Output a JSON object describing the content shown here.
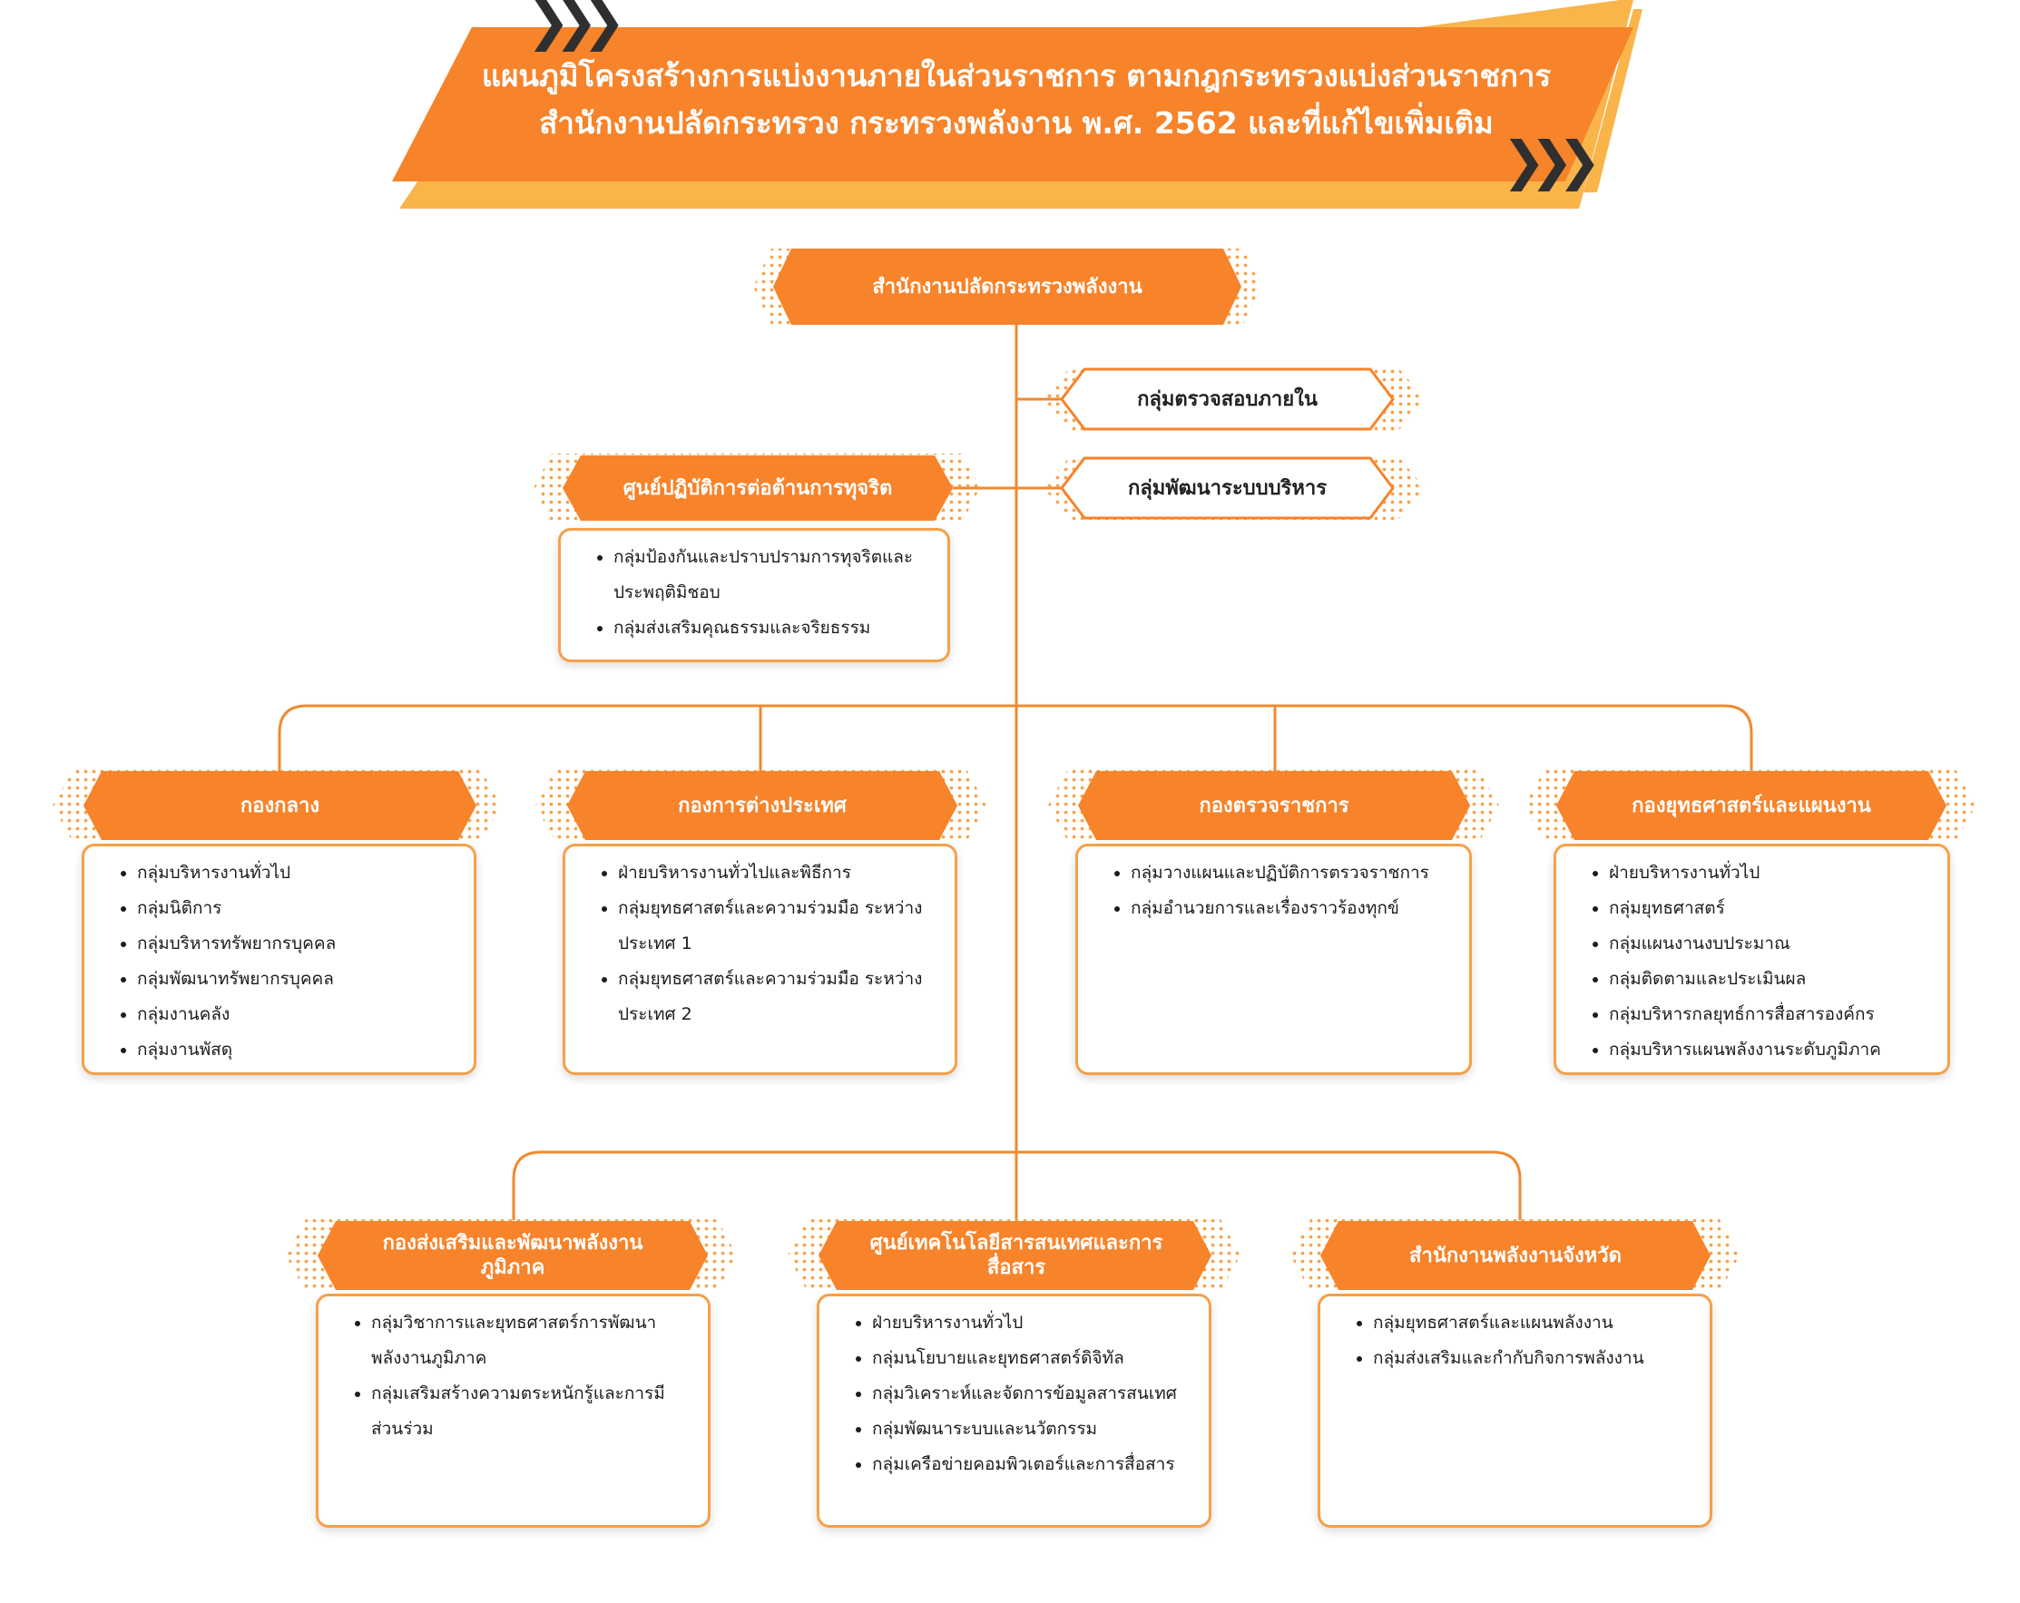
{
  "title": {
    "line1": "แผนภูมิโครงสร้างการแบ่งงานภายในส่วนราชการ ตามกฎกระทรวงแบ่งส่วนราชการ",
    "line2": "สำนักงานปลัดกระทรวง กระทรวงพลังงาน พ.ศ. 2562 และที่แก้ไขเพิ่มเติม"
  },
  "root": {
    "label": "สำนักงานปลัดกระทรวงพลังงาน"
  },
  "side_units": [
    {
      "label": "กลุ่มตรวจสอบภายใน"
    },
    {
      "label": "กลุ่มพัฒนาระบบบริหาร"
    }
  ],
  "anticorruption": {
    "label": "ศูนย์ปฏิบัติการต่อต้านการทุจริต",
    "items": [
      "กลุ่มป้องกันและปราบปรามการทุจริตและประพฤติมิชอบ",
      "กลุ่มส่งเสริมคุณธรรมและจริยธรรม"
    ]
  },
  "row1": [
    {
      "label": "กองกลาง",
      "items": [
        "กลุ่มบริหารงานทั่วไป",
        "กลุ่มนิติการ",
        "กลุ่มบริหารทรัพยากรบุคคล",
        "กลุ่มพัฒนาทรัพยากรบุคคล",
        "กลุ่มงานคลัง",
        "กลุ่มงานพัสดุ"
      ]
    },
    {
      "label": "กองการต่างประเทศ",
      "items": [
        "ฝ่ายบริหารงานทั่วไปและพิธีการ",
        "กลุ่มยุทธศาสตร์และความร่วมมือ ระหว่างประเทศ 1",
        "กลุ่มยุทธศาสตร์และความร่วมมือ ระหว่างประเทศ 2"
      ]
    },
    {
      "label": "กองตรวจราชการ",
      "items": [
        "กลุ่มวางแผนและปฏิบัติการตรวจราชการ",
        "กลุ่มอำนวยการและเรื่องราวร้องทุกข์"
      ]
    },
    {
      "label": "กองยุทธศาสตร์และแผนงาน",
      "items": [
        "ฝ่ายบริหารงานทั่วไป",
        "กลุ่มยุทธศาสตร์",
        "กลุ่มแผนงานงบประมาณ",
        "กลุ่มติดตามและประเมินผล",
        "กลุ่มบริหารกลยุทธ์การสื่อสารองค์กร",
        "กลุ่มบริหารแผนพลังงานระดับภูมิภาค"
      ]
    }
  ],
  "row2": [
    {
      "label": "กองส่งเสริมและพัฒนาพลังงานภูมิภาค",
      "items": [
        "กลุ่มวิชาการและยุทธศาสตร์การพัฒนาพลังงานภูมิภาค",
        "กลุ่มเสริมสร้างความตระหนักรู้และการมีส่วนร่วม"
      ]
    },
    {
      "label": "ศูนย์เทคโนโลยีสารสนเทศและการสื่อสาร",
      "items": [
        "ฝ่ายบริหารงานทั่วไป",
        "กลุ่มนโยบายและยุทธศาสตร์ดิจิทัล",
        "กลุ่มวิเคราะห์และจัดการข้อมูลสารสนเทศ",
        "กลุ่มพัฒนาระบบและนวัตกรรม",
        "กลุ่มเครือข่ายคอมพิวเตอร์และการสื่อสาร"
      ]
    },
    {
      "label": "สำนักงานพลังงานจังหวัด",
      "items": [
        "กลุ่มยุทธศาสตร์และแผนพลังงาน",
        "กลุ่มส่งเสริมและกำกับกิจการพลังงาน"
      ]
    }
  ],
  "colors": {
    "orange": "#f7832a",
    "orange_light": "#f9b44a",
    "box_border": "#f5a04a",
    "line": "#f08a2e",
    "chevron": "#2f2f2f"
  },
  "icons": {
    "banner_chevrons": "triple-chevron-right-icon",
    "header_dots": "halftone-dots-decoration"
  }
}
